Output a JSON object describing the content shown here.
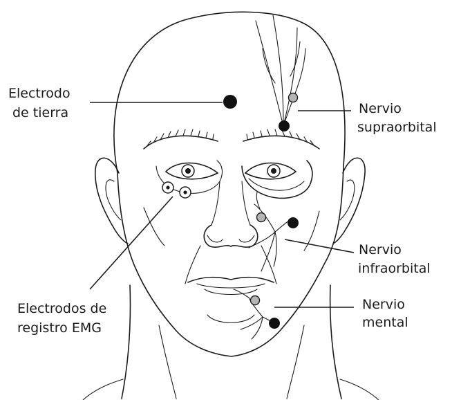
{
  "labels": {
    "ground_electrode": [
      "Electrodo",
      "de tierra"
    ],
    "supraorbital_nerve": [
      "Nervio",
      "supraorbital"
    ],
    "infraorbital_nerve": [
      "Nervio",
      "infraorbital"
    ],
    "mental_nerve": [
      "Nervio",
      "mental"
    ],
    "emg_electrodes": [
      "Electrodos de",
      "registro EMG"
    ]
  },
  "colors": {
    "ink": "#1a1a1a",
    "stimulation_point": "#111111",
    "nerve_point": "#b5b5b5"
  }
}
